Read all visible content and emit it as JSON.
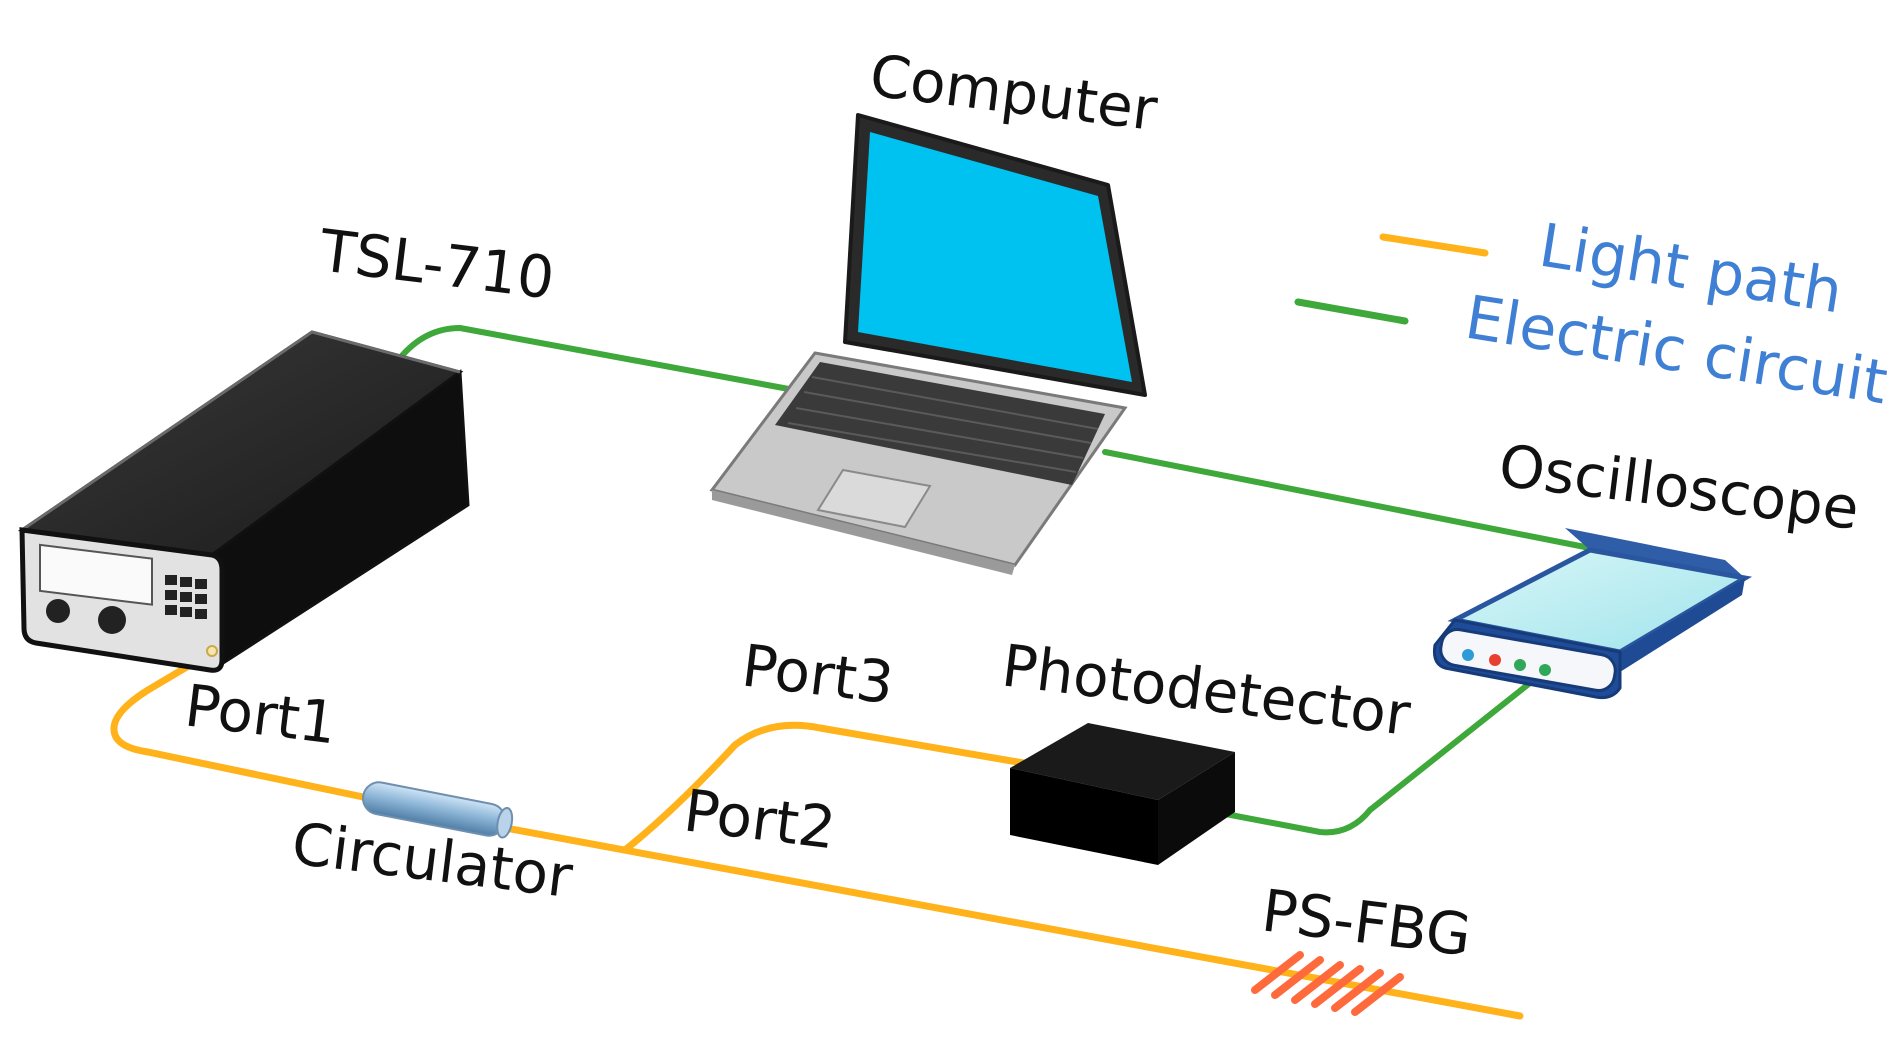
{
  "colors": {
    "light_path": "#FFB21A",
    "electric_circuit": "#3EA83A",
    "legend_text": "#3F7FD4",
    "screen": "#00C2F0",
    "fbg_grating": "#FF6A3D"
  },
  "legend": {
    "light_path": "Light path",
    "electric_circuit": "Electric circuit"
  },
  "labels": {
    "computer": "Computer",
    "tsl": "TSL-710",
    "oscilloscope": "Oscilloscope",
    "port1": "Port1",
    "port2": "Port2",
    "port3": "Port3",
    "photodetector": "Photodetector",
    "circulator": "Circulator",
    "psfbg": "PS-FBG"
  },
  "icons": {
    "laser": "laser-source-icon",
    "laptop": "laptop-icon",
    "oscilloscope": "oscilloscope-icon",
    "photodetector": "photodetector-box-icon",
    "circulator": "circulator-cylinder-icon",
    "grating": "fbg-grating-icon"
  }
}
